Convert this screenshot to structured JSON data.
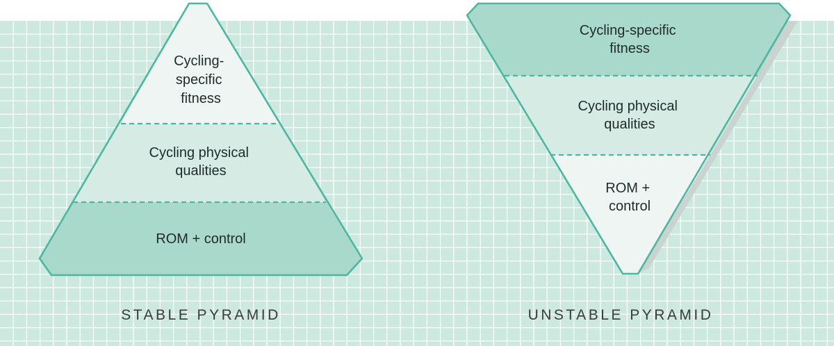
{
  "colors": {
    "background_grid": "#cde9df",
    "grid_line": "#ffffff",
    "outline": "#4db6a0",
    "tier_light": "#eef5f3",
    "tier_mid": "#d5ebe3",
    "tier_dark": "#a9d9ca",
    "shadow": "#c9d4d1",
    "text": "#1f2a2a",
    "caption": "#3a3a3a"
  },
  "stable_pyramid": {
    "caption": "STABLE PYRAMID",
    "tiers": {
      "top": [
        "Cycling-",
        "specific",
        "fitness"
      ],
      "middle": [
        "Cycling physical",
        "qualities"
      ],
      "bottom": [
        "ROM + control"
      ]
    }
  },
  "unstable_pyramid": {
    "caption": "UNSTABLE PYRAMID",
    "tiers": {
      "top": [
        "Cycling-specific",
        "fitness"
      ],
      "middle": [
        "Cycling physical",
        "qualities"
      ],
      "bottom": [
        "ROM +",
        "control"
      ]
    }
  }
}
